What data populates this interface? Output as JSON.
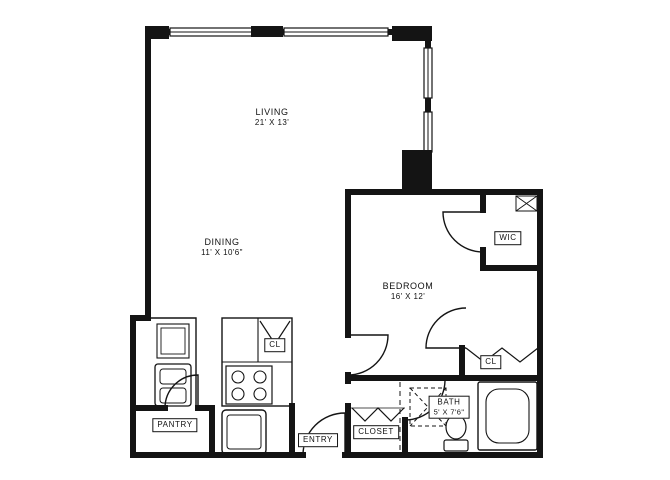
{
  "plan": {
    "rooms": {
      "living": {
        "name": "LIVING",
        "dims": "21' X 13'"
      },
      "dining": {
        "name": "DINING",
        "dims": "11' X 10'6\""
      },
      "bedroom": {
        "name": "BEDROOM",
        "dims": "16' X 12'"
      },
      "bath": {
        "name": "BATH",
        "dims": "5' X 7'6\""
      },
      "wic": {
        "name": "WIC"
      },
      "closet_kitchen": {
        "name": "CL"
      },
      "closet_bedroom": {
        "name": "CL"
      },
      "pantry": {
        "name": "PANTRY"
      },
      "entry": {
        "name": "ENTRY"
      },
      "closet_hall": {
        "name": "CLOSET"
      }
    },
    "colors": {
      "wall": "#141414",
      "background": "#ffffff"
    }
  }
}
